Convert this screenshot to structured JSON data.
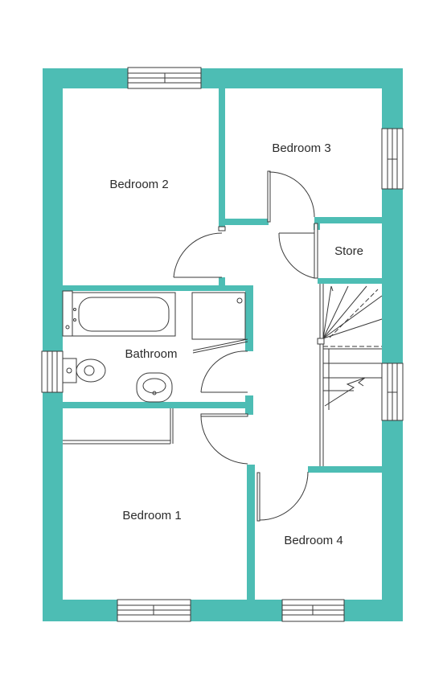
{
  "colors": {
    "wall": "#4dbdb4",
    "fixture_line": "#3a3a3a",
    "background": "#ffffff"
  },
  "rooms": {
    "bedroom_2": "Bedroom 2",
    "bedroom_3": "Bedroom 3",
    "store": "Store",
    "bathroom": "Bathroom",
    "bedroom_1": "Bedroom 1",
    "bedroom_4": "Bedroom 4"
  }
}
